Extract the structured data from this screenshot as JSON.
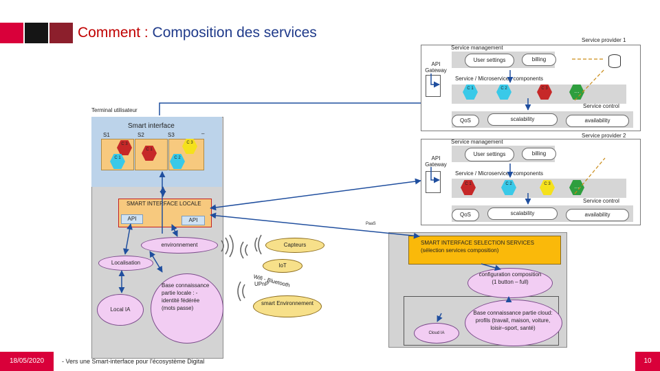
{
  "header": {
    "title_highlight": "Comment :",
    "title_rest": " Composition des services",
    "colors": {
      "accent": "#d9003a",
      "title": "#1f3a8a",
      "highlight": "#c00000"
    }
  },
  "provider1": {
    "label": "Service provider 1",
    "service_management": "Service management",
    "user_settings": "User settings",
    "billing": "billing",
    "api_gateway": "API Gateway",
    "components_label": "Service / Microservices components",
    "c1": "C 1",
    "c2": "C 2",
    "c3": "C 3",
    "more": "…",
    "service_control": "Service control",
    "qos": "QoS",
    "scalability": "scalability",
    "availability": "availability"
  },
  "provider2": {
    "label": "Service provider 2",
    "service_management": "Service management",
    "user_settings": "User settings",
    "billing": "billing",
    "api_gateway": "API Gateway",
    "components_label": "Service / Microservices components",
    "c1": "C 1",
    "c2": "C 2",
    "c3": "C 3",
    "more": "…",
    "service_control": "Service control",
    "qos": "QoS",
    "scalability": "scalability",
    "availability": "availability"
  },
  "terminal": {
    "label": "Terminal utilisateur",
    "smart_interface": "Smart interface",
    "s1": "S1",
    "s2": "S2",
    "s3": "S3",
    "dash": "–",
    "s1_c3": "C 3",
    "s1_c1": "C 1",
    "s2_c1": "C 1",
    "s3_c2": "C 2",
    "s3_c3": "C 3",
    "smart_locale": "SMART INTERFACE LOCALE",
    "api_left": "API",
    "api_right": "API",
    "environnement": "environnement",
    "localisation": "Localisation",
    "local_ia": "Local IA",
    "base": "Base connaissance partie locale : -identité fédérée (mots passe)"
  },
  "middle": {
    "paas": "PaaS",
    "capteurs": "Capteurs",
    "iot": "IoT",
    "wifi": "Wifi - Bluetooth",
    "upnp": "UPnP",
    "smart_env": "smart Environnement"
  },
  "selection": {
    "title": "SMART INTERFACE SELECTION SERVICES (sélection services composition)",
    "configuration": "configuration composition (1 button – full)",
    "cloud_ia": "Cloud IA",
    "base_cloud": "Base connaissance partie cloud: profils (travail, maison, voiture, loisir–sport, santé)"
  },
  "footer": {
    "date": "18/05/2020",
    "caption": "- Vers une Smart-interface pour l'écosystème Digital",
    "page": "10"
  }
}
